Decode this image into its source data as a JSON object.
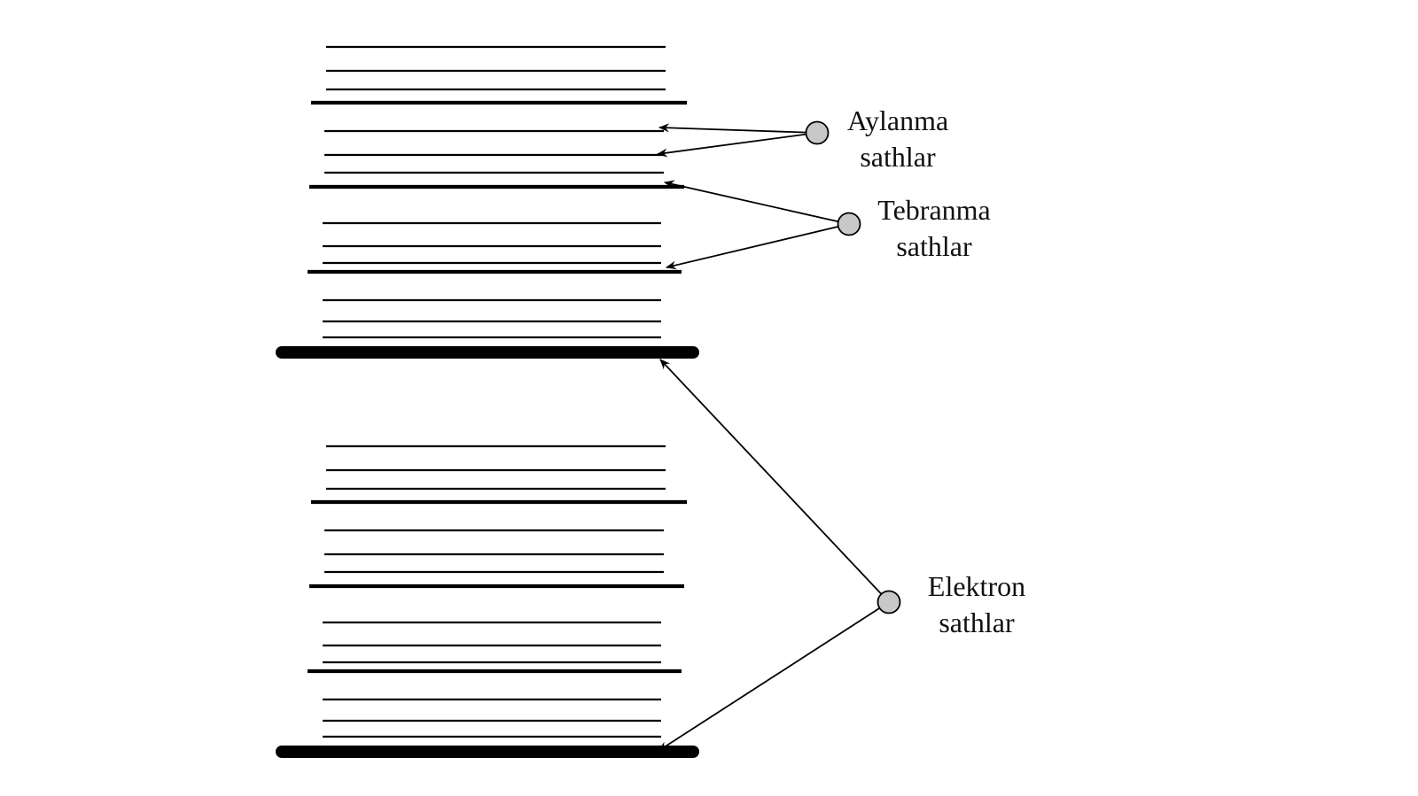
{
  "labels": {
    "rotational": {
      "line1": "Aylanma",
      "line2": "sathlar"
    },
    "vibrational": {
      "line1": "Tebranma",
      "line2": "sathlar"
    },
    "electronic": {
      "line1": "Elektron",
      "line2": "sathlar"
    }
  },
  "colors": {
    "line": "#000000",
    "marker_fill": "#c8c8c8",
    "text": "#111111"
  },
  "structure": {
    "electronic_levels": 2,
    "vibrational_levels_per_electronic": 4,
    "rotational_levels_per_vibrational": 3
  }
}
